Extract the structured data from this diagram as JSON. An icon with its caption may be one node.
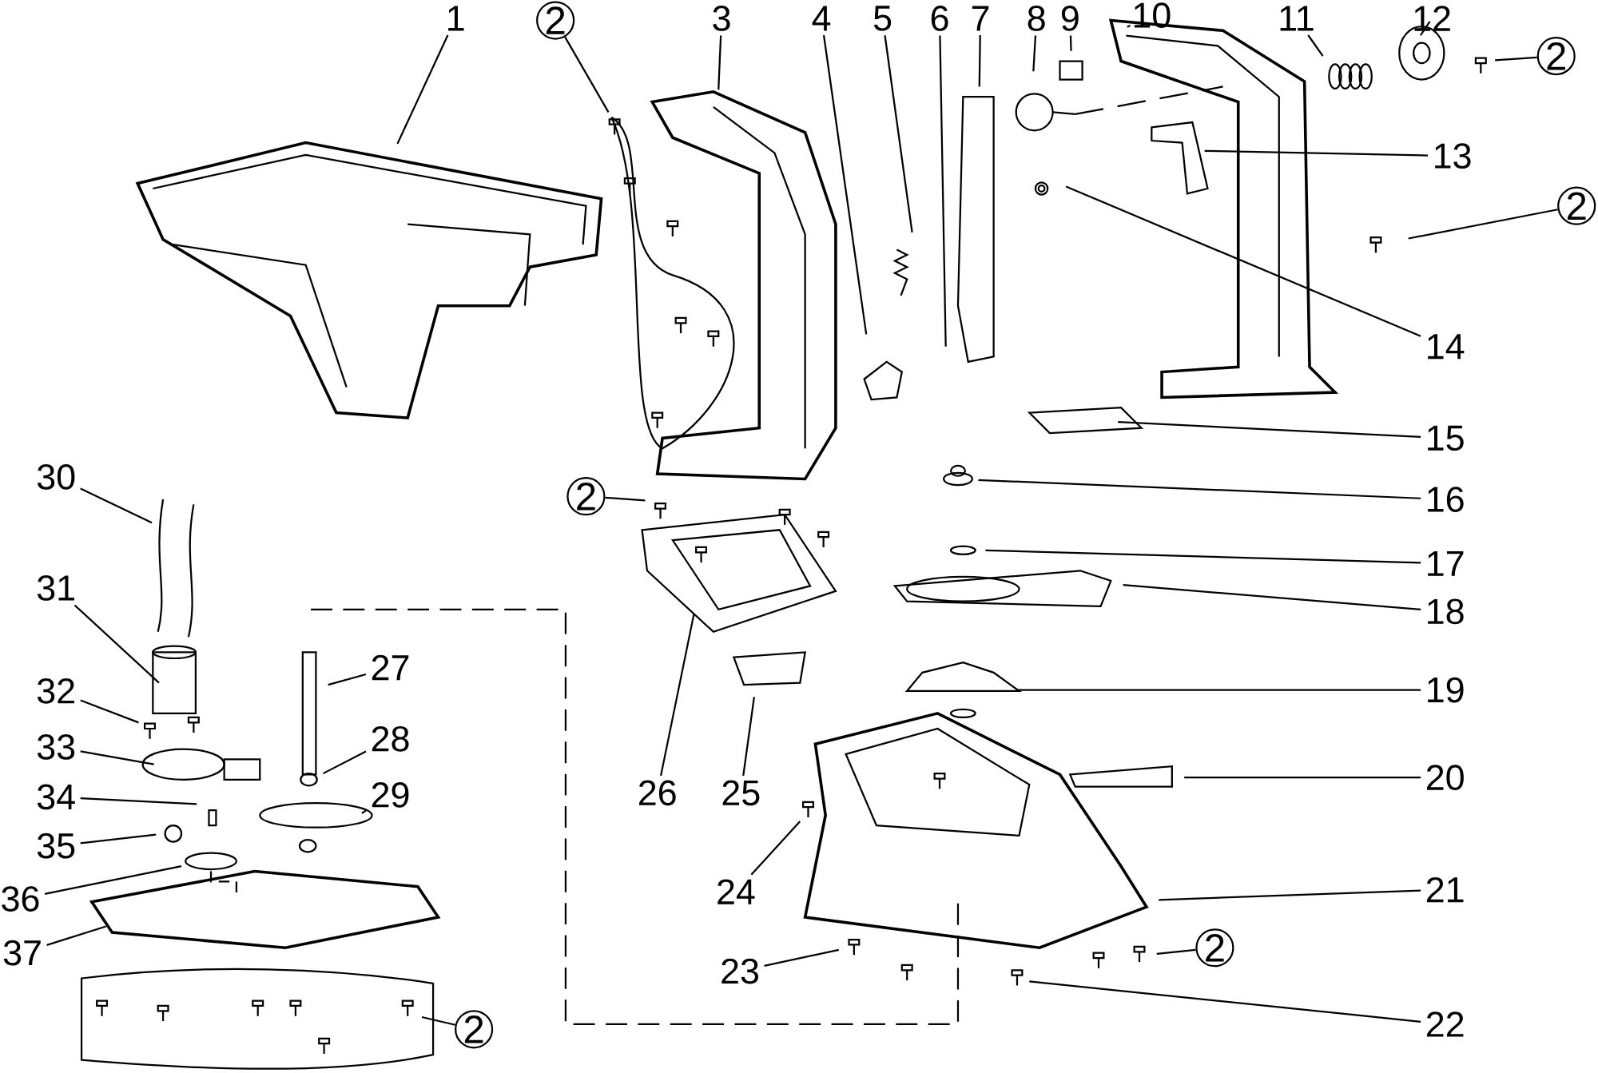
{
  "diagram": {
    "nodes": [
      {
        "text": [
          "1"
        ]
      },
      {
        "text": [
          "2"
        ]
      },
      {
        "text": [
          "3"
        ]
      },
      {
        "text": [
          "4"
        ]
      },
      {
        "text": [
          "5"
        ]
      },
      {
        "text": [
          "6"
        ]
      },
      {
        "text": [
          "7"
        ]
      },
      {
        "text": [
          "8"
        ]
      },
      {
        "text": [
          "9"
        ]
      },
      {
        "text": [
          "10"
        ]
      },
      {
        "text": [
          "11"
        ]
      },
      {
        "text": [
          "12"
        ]
      },
      {
        "text": [
          "2"
        ]
      },
      {
        "text": [
          "13"
        ]
      },
      {
        "text": [
          "2"
        ]
      },
      {
        "text": [
          "14"
        ]
      },
      {
        "text": [
          "15"
        ]
      },
      {
        "text": [
          "30"
        ]
      },
      {
        "text": [
          "16"
        ]
      },
      {
        "text": [
          "2"
        ]
      },
      {
        "text": [
          "17"
        ]
      },
      {
        "text": [
          "18"
        ]
      },
      {
        "text": [
          "31"
        ]
      },
      {
        "text": [
          "27"
        ]
      },
      {
        "text": [
          "19"
        ]
      },
      {
        "text": [
          "32"
        ]
      },
      {
        "text": [
          "28"
        ]
      },
      {
        "text": [
          "33"
        ]
      },
      {
        "text": [
          "20"
        ]
      },
      {
        "text": [
          "26"
        ]
      },
      {
        "text": [
          "25"
        ]
      },
      {
        "text": [
          "29"
        ]
      },
      {
        "text": [
          "34"
        ]
      },
      {
        "text": [
          "35"
        ]
      },
      {
        "text": [
          "24"
        ]
      },
      {
        "text": [
          "21"
        ]
      },
      {
        "text": [
          "36"
        ]
      },
      {
        "text": [
          "37"
        ]
      },
      {
        "text": [
          "2"
        ]
      },
      {
        "text": [
          "23"
        ]
      },
      {
        "text": [
          "22"
        ]
      },
      {
        "text": [
          "2"
        ]
      }
    ],
    "edges": [
      {
        "from": 0,
        "to": null,
        "arrow": "none"
      },
      {
        "from": 1,
        "to": null,
        "arrow": "none"
      },
      {
        "from": 2,
        "to": null,
        "arrow": "none"
      },
      {
        "from": 3,
        "to": null,
        "arrow": "none"
      },
      {
        "from": 4,
        "to": null,
        "arrow": "none"
      },
      {
        "from": 5,
        "to": null,
        "arrow": "none"
      },
      {
        "from": 6,
        "to": null,
        "arrow": "none"
      },
      {
        "from": 7,
        "to": null,
        "arrow": "none"
      },
      {
        "from": 8,
        "to": null,
        "arrow": "none"
      },
      {
        "from": 9,
        "to": null,
        "arrow": "none"
      },
      {
        "from": 10,
        "to": null,
        "arrow": "none"
      },
      {
        "from": 11,
        "to": null,
        "arrow": "none"
      },
      {
        "from": 12,
        "to": null,
        "arrow": "none"
      },
      {
        "from": 13,
        "to": null,
        "arrow": "none"
      },
      {
        "from": 14,
        "to": null,
        "arrow": "none"
      },
      {
        "from": 15,
        "to": null,
        "arrow": "none"
      },
      {
        "from": 16,
        "to": null,
        "arrow": "none"
      },
      {
        "from": 17,
        "to": null,
        "arrow": "none"
      },
      {
        "from": 18,
        "to": null,
        "arrow": "none"
      },
      {
        "from": 19,
        "to": null,
        "arrow": "none"
      },
      {
        "from": 20,
        "to": null,
        "arrow": "none"
      },
      {
        "from": 21,
        "to": null,
        "arrow": "none"
      },
      {
        "from": 22,
        "to": null,
        "arrow": "none"
      },
      {
        "from": 23,
        "to": null,
        "arrow": "none"
      },
      {
        "from": 24,
        "to": null,
        "arrow": "none"
      },
      {
        "from": 25,
        "to": null,
        "arrow": "none"
      },
      {
        "from": 26,
        "to": null,
        "arrow": "none"
      },
      {
        "from": 27,
        "to": null,
        "arrow": "none"
      },
      {
        "from": 28,
        "to": null,
        "arrow": "none"
      },
      {
        "from": 29,
        "to": null,
        "arrow": "none"
      },
      {
        "from": 30,
        "to": null,
        "arrow": "none"
      },
      {
        "from": 31,
        "to": null,
        "arrow": "none"
      },
      {
        "from": 32,
        "to": null,
        "arrow": "none"
      },
      {
        "from": 33,
        "to": null,
        "arrow": "none"
      },
      {
        "from": 34,
        "to": null,
        "arrow": "none"
      },
      {
        "from": 35,
        "to": null,
        "arrow": "none"
      },
      {
        "from": 36,
        "to": null,
        "arrow": "none"
      },
      {
        "from": 37,
        "to": null,
        "arrow": "none"
      },
      {
        "from": 38,
        "to": null,
        "arrow": "none"
      },
      {
        "from": 39,
        "to": null,
        "arrow": "none"
      },
      {
        "from": 40,
        "to": null,
        "arrow": "none"
      },
      {
        "from": 41,
        "to": null,
        "arrow": "none"
      }
    ]
  }
}
